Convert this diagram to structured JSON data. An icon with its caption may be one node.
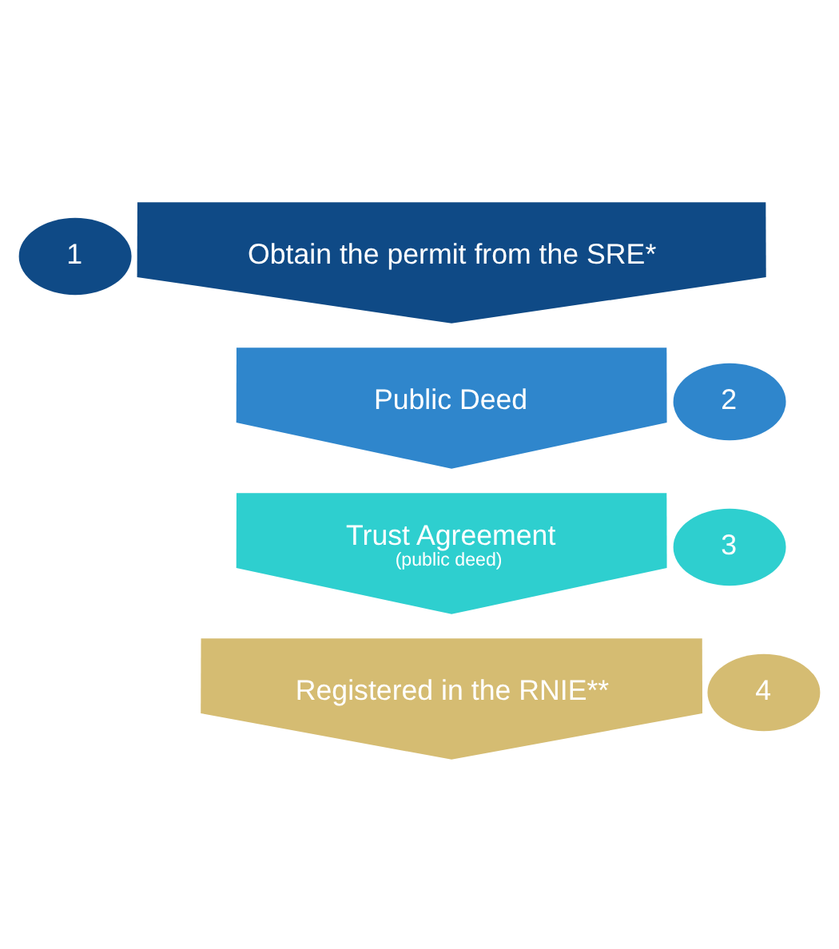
{
  "diagram": {
    "nodes": [
      {
        "text": [
          "1"
        ]
      },
      {
        "text": [
          "Obtain the permit from the SRE*"
        ]
      },
      {
        "text": [
          "2"
        ]
      },
      {
        "text": [
          "Public Deed"
        ]
      },
      {
        "text": [
          "3"
        ]
      },
      {
        "text": [
          "Trust Agreement",
          "(public deed)"
        ]
      },
      {
        "text": [
          "4"
        ]
      },
      {
        "text": [
          "Registered in the RNIE**"
        ]
      }
    ]
  }
}
